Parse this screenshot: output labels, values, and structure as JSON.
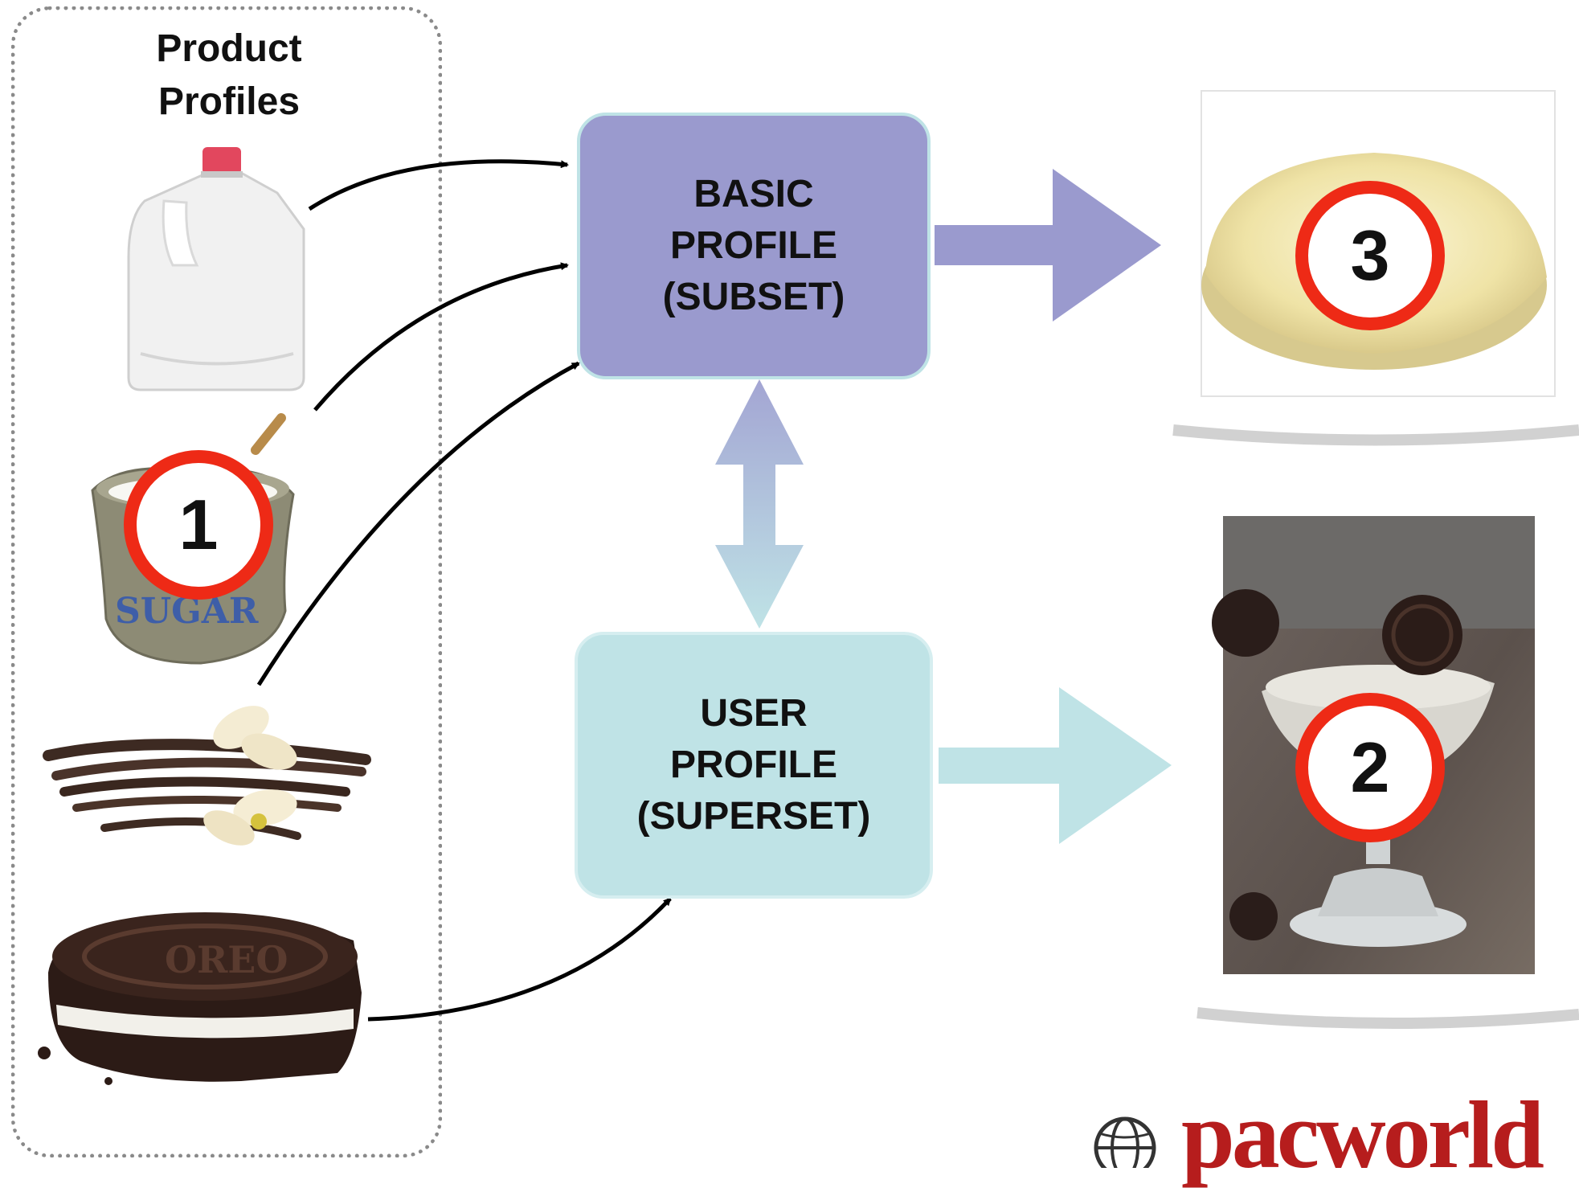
{
  "panel": {
    "title_line1": "Product",
    "title_line2": "Profiles"
  },
  "nodes": {
    "basic": {
      "line1": "BASIC",
      "line2": "PROFILE",
      "line3": "(SUBSET)"
    },
    "user": {
      "line1": "USER",
      "line2": "PROFILE",
      "line3": "(SUPERSET)"
    }
  },
  "badges": {
    "sugar": "1",
    "cookie_dessert": "2",
    "ice_cream": "3"
  },
  "sugar_sack_label": "SUGAR",
  "cookie_label": "OREO",
  "logo": {
    "text": "pacworld"
  },
  "colors": {
    "basic": "#9a9ace",
    "user": "#bfe3e6",
    "badge_ring": "#ee2a16",
    "logo": "#b61d1d"
  }
}
